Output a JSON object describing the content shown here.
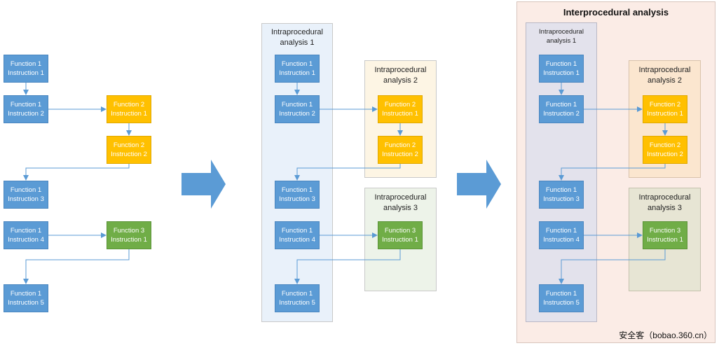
{
  "nodes": {
    "f1i1": [
      "Function 1",
      "Instruction 1"
    ],
    "f1i2": [
      "Function 1",
      "Instruction 2"
    ],
    "f2i1": [
      "Function 2",
      "Instruction 1"
    ],
    "f2i2": [
      "Function 2",
      "Instruction 2"
    ],
    "f1i3": [
      "Function 1",
      "Instruction 3"
    ],
    "f1i4": [
      "Function 1",
      "Instruction 4"
    ],
    "f3i1": [
      "Function 3",
      "Instruction 1"
    ],
    "f1i5": [
      "Function 1",
      "Instruction 5"
    ]
  },
  "panel2": {
    "intra1_title": "Intraprocedural analysis  1",
    "intra2_title": "Intraprocedural analysis  2",
    "intra3_title": "Intraprocedural analysis  3"
  },
  "panel3": {
    "title": "Interprocedural analysis",
    "intra1_title": "Intraprocedural analysis  1",
    "intra2_title": "Intraprocedural analysis  2",
    "intra3_title": "Intraprocedural analysis  3"
  },
  "watermark": "安全客（bobao.360.cn）",
  "colors": {
    "function1": "#5b9bd5",
    "function2": "#ffc000",
    "function3": "#70ad47",
    "connector": "#5b9bd5"
  }
}
